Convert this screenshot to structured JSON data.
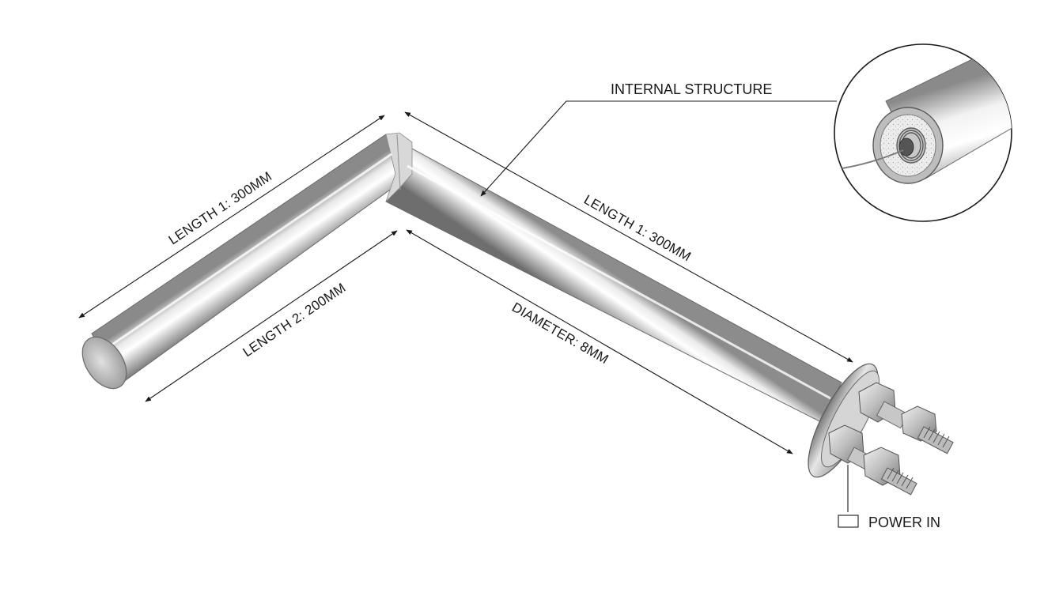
{
  "labels": {
    "internal_structure": "INTERNAL STRUCTURE",
    "length1_left": "LENGTH 1: 300MM",
    "length1_right": "LENGTH 1: 300MM",
    "length2": "LENGTH 2: 200MM",
    "diameter": "DIAMETER: 8MM",
    "power_in": "POWER IN"
  },
  "colors": {
    "steel_light": "#f2f2f2",
    "steel_mid": "#bdbdbd",
    "steel_dark": "#7a7a7a",
    "line": "#1a1a1a",
    "insulation": "#e6e6e6"
  },
  "icons": {
    "power_in_marker": "outlined-rectangle-icon",
    "terminal": "hex-nut-icon"
  }
}
